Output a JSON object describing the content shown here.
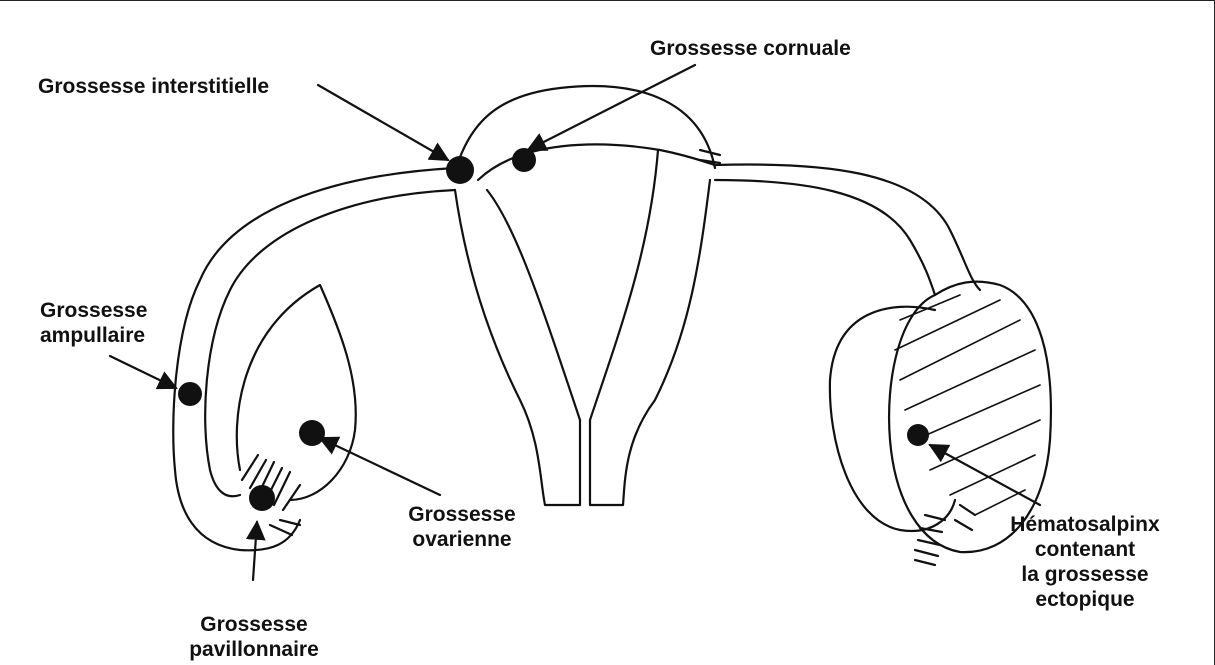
{
  "labels": {
    "interstitielle": [
      "Grossesse interstitielle"
    ],
    "cornuale": [
      "Grossesse cornuale"
    ],
    "ampullaire": [
      "Grossesse",
      "ampullaire"
    ],
    "ovarienne": [
      "Grossesse",
      "ovarienne"
    ],
    "pavillonnaire": [
      "Grossesse",
      "pavillonnaire"
    ],
    "hematosalpinx": [
      "Hématosalpinx",
      "contenant",
      "la grossesse",
      "ectopique"
    ]
  },
  "colors": {
    "ink": "#111111",
    "background": "#ffffff"
  }
}
